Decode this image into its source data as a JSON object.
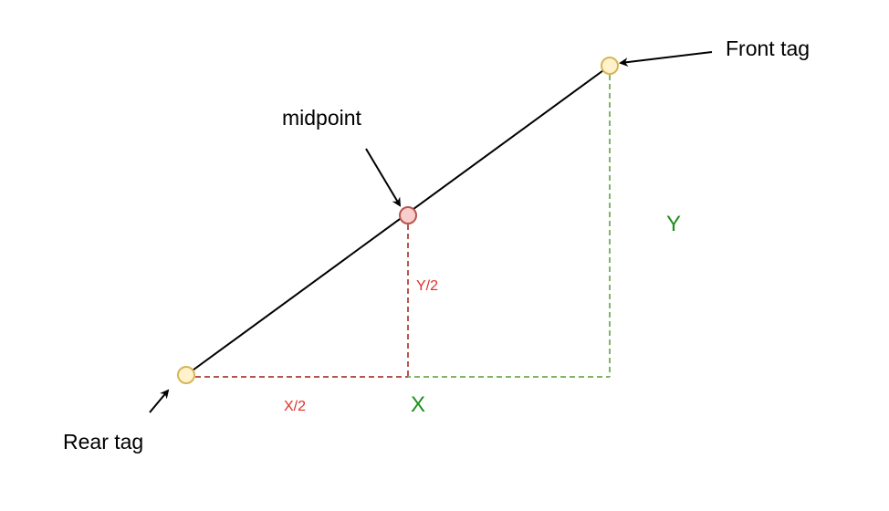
{
  "labels": {
    "front_tag": "Front tag",
    "rear_tag": "Rear tag",
    "midpoint": "midpoint",
    "x": "X",
    "y": "Y",
    "x_half": "X/2",
    "y_half": "Y/2"
  },
  "colors": {
    "main_line": "#000000",
    "green_dashed": "#82b366",
    "red_dashed": "#b85450",
    "tag_fill": "#fff2cc",
    "tag_stroke": "#d6b656",
    "midpoint_fill": "#f8cecc",
    "midpoint_stroke": "#b85450",
    "green_text": "#1a8f1a",
    "red_text": "#e0302a"
  }
}
